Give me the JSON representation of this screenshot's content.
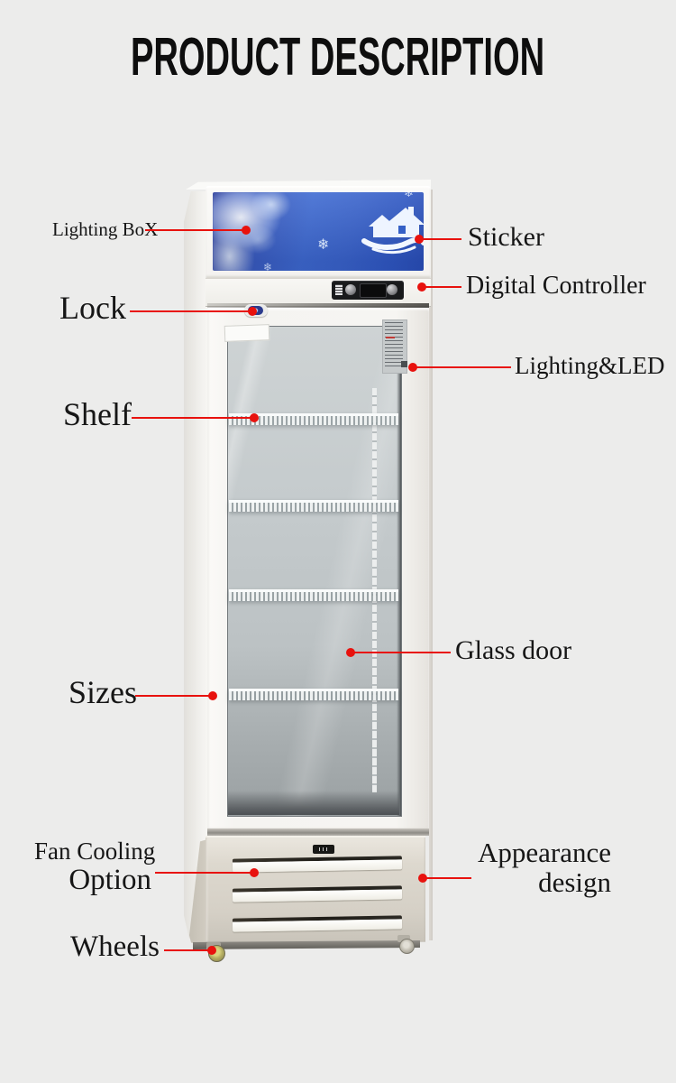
{
  "title": "PRODUCT DESCRIPTION",
  "accent": {
    "line_color": "#e8120e",
    "label_color": "#161616"
  },
  "product": {
    "kind": "upright single glass door display cooler",
    "lightbox_blue": "#3a64cc",
    "body_white": "#f6f5f2",
    "steel_panel": "#d8d3c9",
    "shelf_count": 4,
    "louver_slot_count": 3
  },
  "callouts": {
    "lighting_box": {
      "label": "Lighting BoX"
    },
    "lock": {
      "label": "Lock"
    },
    "shelf": {
      "label": "Shelf"
    },
    "sizes": {
      "label": "Sizes"
    },
    "fan_cooling": {
      "label": "Fan Cooling",
      "label2": "Option"
    },
    "wheels": {
      "label": "Wheels"
    },
    "sticker": {
      "label": "Sticker"
    },
    "digital_controller": {
      "label": "Digital Controller"
    },
    "lighting_led": {
      "label": "Lighting&LED"
    },
    "glass_door": {
      "label": "Glass door"
    },
    "appearance": {
      "label": "Appearance",
      "label2": "design"
    }
  },
  "icons": {
    "snowflake": "❄"
  }
}
